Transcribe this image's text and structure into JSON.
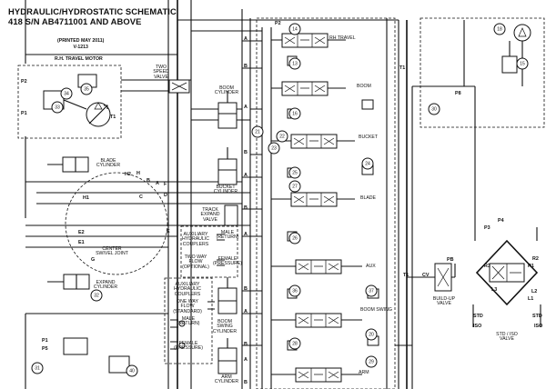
{
  "title": {
    "line1": "HYDRAULIC/HYDROSTATIC SCHEMATIC",
    "line2": "418 S/N AB4711001 AND ABOVE"
  },
  "printed": {
    "line1": "(PRINTED MAY 2011)",
    "line2": "V-1213"
  },
  "labels": {
    "rh_travel_motor": "R.H. TRAVEL MOTOR",
    "two_speed_valve": "TWO\nSPEED\nVALVE",
    "boom_cylinder": "BOOM\nCYLINDER",
    "bucket_cylinder": "BUCKET\nCYLINDER",
    "blade_cylinder": "BLADE\nCYLINDER",
    "trade_expand_valve": "TRACK\nEXPAND\nVALVE",
    "aux_couplers": "AUXILIARY\nHYDRAULIC\nCOUPLERS",
    "male_return": "MALE\n(RETURN)",
    "female_pressure": "FEMALE\n(PRESSURE)",
    "two_way_flow": "TWO WAY\nFLOW\n(OPTIONAL)",
    "center_swivel_joint": "CENTER\nSWIVEL JOINT",
    "expand_cylinder": "EXPAND\nCYLINDER",
    "aux_couplers2": "AUXILIARY\nHYDRAULIC\nCOUPLERS",
    "one_way_flow": "ONE WAY\nFLOW\n(STANDARD)",
    "male_return2": "MALE\n(RETURN)",
    "female_pressure2": "FEMALE\n(PRESSURE)",
    "boom_swing_cylinder": "BOOM\nSWING\nCYLINDER",
    "arm_cylinder": "ARM\nCYLINDER",
    "build_up_valve": "BUILD-UP\nVALVE",
    "std_iso_valve": "STD / ISO\nVALVE"
  },
  "spool_labels": {
    "rh_travel": "RH TRAVEL",
    "boom": "BOOM",
    "bucket": "BUCKET",
    "blade": "BLADE",
    "aux": "AUX",
    "boom_swing": "BOOM SWING",
    "arm": "ARM"
  },
  "port_labels": [
    "P2",
    "P1",
    "T1",
    "A",
    "B",
    "A",
    "B",
    "A",
    "B",
    "A",
    "B",
    "A",
    "B",
    "A",
    "B",
    "T1",
    "CV",
    "PB",
    "R3",
    "R2",
    "L3",
    "L2",
    "R1",
    "L1",
    "A",
    "B",
    "C",
    "D",
    "E",
    "F",
    "G",
    "H",
    "H1",
    "H2",
    "E1",
    "E2",
    "P1",
    "P2",
    "P5",
    "P8",
    "P4",
    "P3",
    "T1",
    "ISO",
    "STD",
    "ISO",
    "STD"
  ],
  "callouts": [
    "18",
    "15",
    "14",
    "13",
    "16",
    "21",
    "22",
    "23",
    "27",
    "25",
    "24",
    "34",
    "35",
    "33",
    "26",
    "36",
    "37",
    "20",
    "28",
    "29",
    "30",
    "31",
    "32",
    "40"
  ],
  "icons": [
    "cylinder-icon",
    "spool-valve-icon",
    "motor-icon",
    "pump-icon",
    "check-valve-icon",
    "coupler-icon",
    "relief-valve-icon",
    "orifice-icon"
  ]
}
